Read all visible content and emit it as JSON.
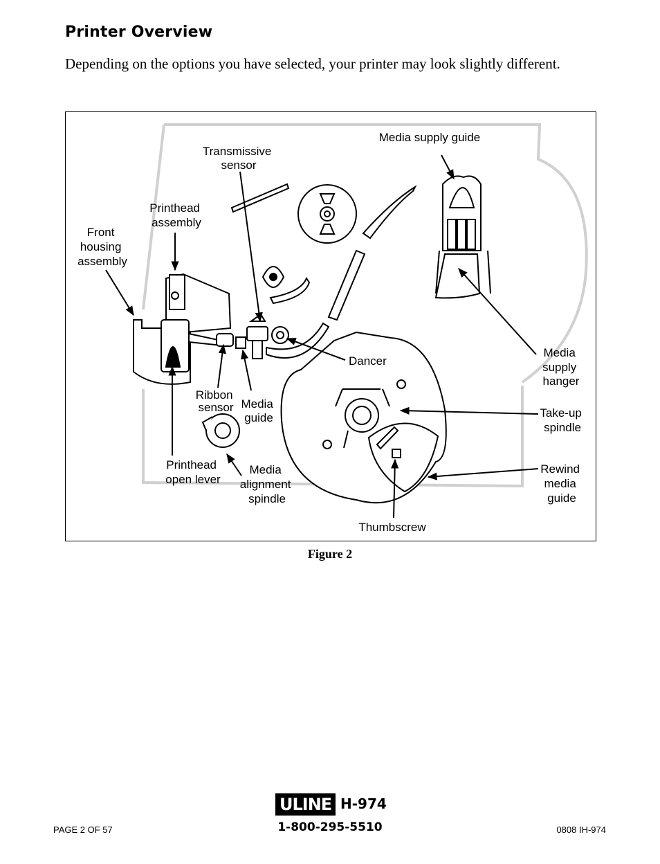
{
  "page": {
    "title": "Printer Overview",
    "intro": "Depending on the options you have selected, your printer may look slightly different.",
    "figure_caption": "Figure 2"
  },
  "diagram": {
    "labels": {
      "front_housing": [
        "Front",
        "housing",
        "assembly"
      ],
      "transmissive_sensor": [
        "Transmissive",
        "sensor"
      ],
      "printhead_assembly": [
        "Printhead",
        "assembly"
      ],
      "media_supply_guide": [
        "Media supply guide"
      ],
      "dancer": [
        "Dancer"
      ],
      "media_supply_hanger": [
        "Media",
        "supply",
        "hanger"
      ],
      "ribbon_sensor": [
        "Ribbon",
        "sensor"
      ],
      "media_guide": [
        "Media",
        "guide"
      ],
      "take_up_spindle": [
        "Take-up",
        "spindle"
      ],
      "printhead_open_lever": [
        "Printhead",
        "open lever"
      ],
      "media_alignment_spindle": [
        "Media",
        "alignment",
        "spindle"
      ],
      "rewind_media_guide": [
        "Rewind",
        "media",
        "guide"
      ],
      "thumbscrew": [
        "Thumbscrew"
      ]
    }
  },
  "footer": {
    "logo": "ULINE",
    "model": "H-974",
    "phone": "1-800-295-5510",
    "page": "PAGE 2 OF 57",
    "doc_code": "0808 IH-974"
  }
}
